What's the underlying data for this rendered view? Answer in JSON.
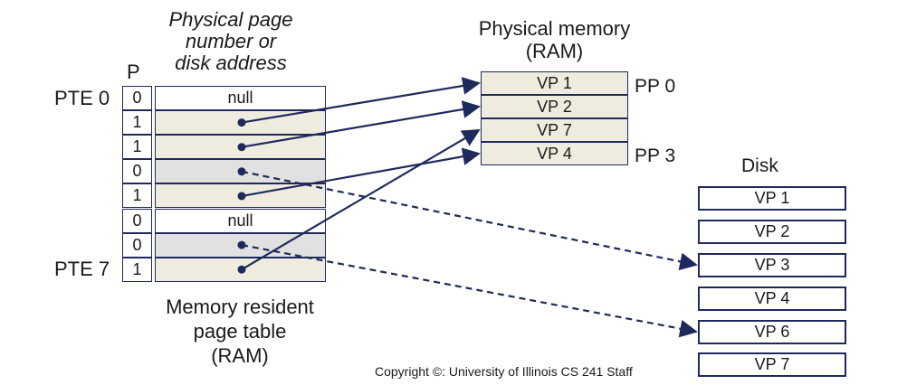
{
  "page_table": {
    "header_p": "P",
    "header_addr": [
      "Physical page",
      "number or",
      "disk address"
    ],
    "pte_first_label": "PTE 0",
    "pte_last_label": "PTE 7",
    "caption": [
      "Memory resident",
      "page table",
      "(RAM)"
    ],
    "rows": [
      {
        "bit": "0",
        "value": "null",
        "state": "null"
      },
      {
        "bit": "1",
        "value": "",
        "state": "ram"
      },
      {
        "bit": "1",
        "value": "",
        "state": "ram"
      },
      {
        "bit": "0",
        "value": "",
        "state": "disk"
      },
      {
        "bit": "1",
        "value": "",
        "state": "ram"
      },
      {
        "bit": "0",
        "value": "null",
        "state": "null"
      },
      {
        "bit": "0",
        "value": "",
        "state": "disk"
      },
      {
        "bit": "1",
        "value": "",
        "state": "ram"
      }
    ]
  },
  "physical_memory": {
    "title": [
      "Physical memory",
      "(RAM)"
    ],
    "pages": [
      "VP 1",
      "VP 2",
      "VP 7",
      "VP 4"
    ],
    "first_label": "PP 0",
    "last_label": "PP 3"
  },
  "disk": {
    "title": "Disk",
    "pages": [
      "VP 1",
      "VP 2",
      "VP 3",
      "VP 4",
      "VP 6",
      "VP 7"
    ]
  },
  "mappings": [
    {
      "pte": 1,
      "target": "memory",
      "index": 0
    },
    {
      "pte": 2,
      "target": "memory",
      "index": 1
    },
    {
      "pte": 4,
      "target": "memory",
      "index": 3
    },
    {
      "pte": 7,
      "target": "memory",
      "index": 2
    },
    {
      "pte": 3,
      "target": "disk",
      "index": 2
    },
    {
      "pte": 6,
      "target": "disk",
      "index": 4
    }
  ],
  "colors": {
    "stroke": "#1f2a5c",
    "ram_fill": "#efecdf",
    "disk_fill": "#e1e1e1",
    "null_fill": "#ffffff"
  },
  "copyright": "Copyright ©: University of Illinois CS 241 Staff"
}
